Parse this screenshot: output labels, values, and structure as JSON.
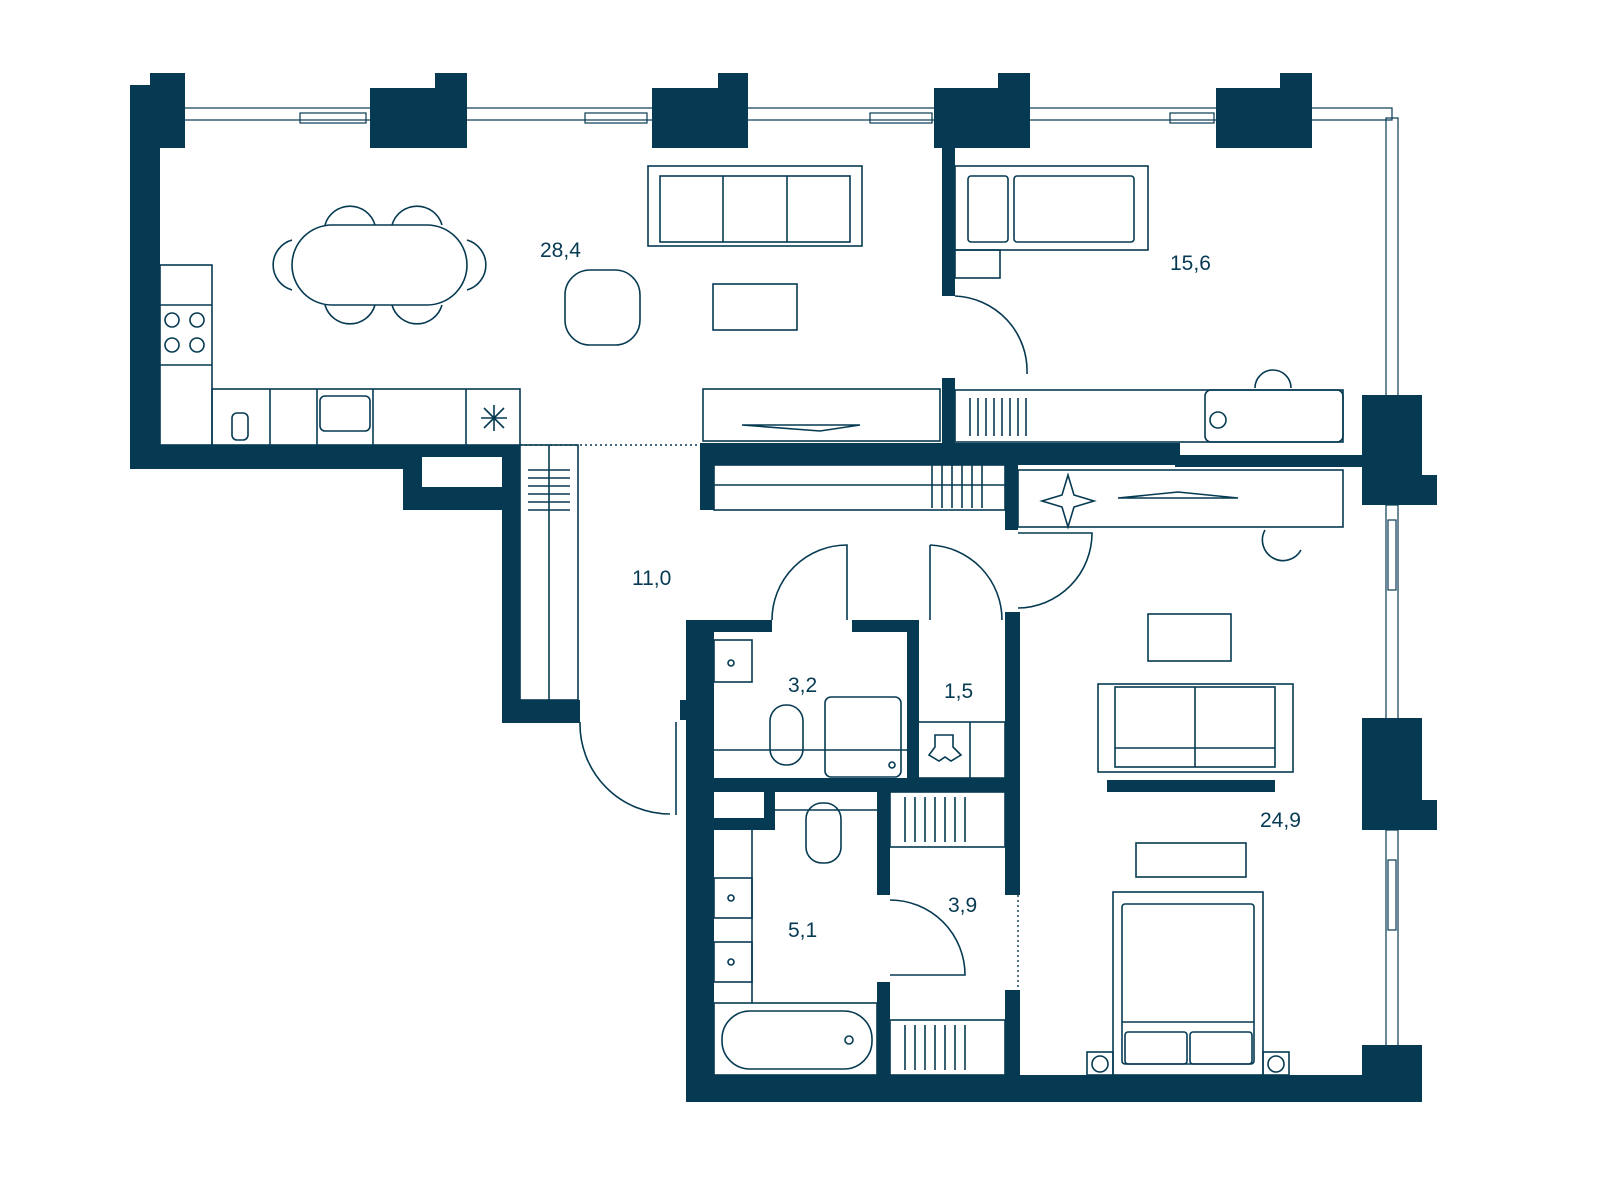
{
  "plan": {
    "color": "#063a52",
    "rooms": [
      {
        "id": "living-kitchen",
        "area": "28,4"
      },
      {
        "id": "bedroom-small",
        "area": "15,6"
      },
      {
        "id": "hallway",
        "area": "11,0"
      },
      {
        "id": "bathroom-small",
        "area": "3,2"
      },
      {
        "id": "closet",
        "area": "1,5"
      },
      {
        "id": "bedroom-master",
        "area": "24,9"
      },
      {
        "id": "bathroom-master",
        "area": "5,1"
      },
      {
        "id": "dressing-room",
        "area": "3,9"
      }
    ]
  }
}
